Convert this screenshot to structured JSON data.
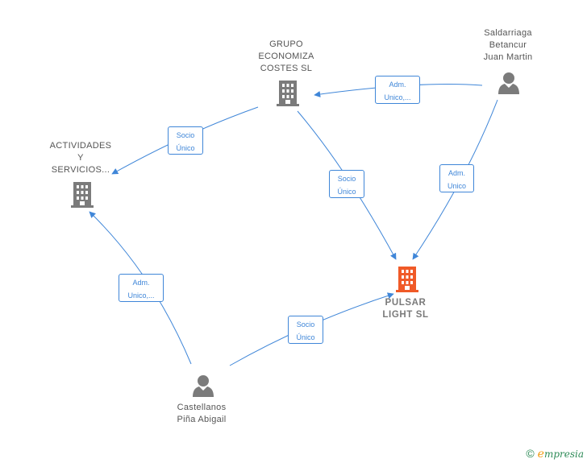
{
  "colors": {
    "edge": "#3f86d8",
    "company": "#7b7b7b",
    "person": "#7b7b7b",
    "main_company": "#f05a28"
  },
  "nodes": {
    "grupo": {
      "label": "GRUPO\nECONOMIZA\nCOSTES  SL",
      "icon": "building-icon"
    },
    "actividades": {
      "label": "ACTIVIDADES\nY\nSERVICIOS...",
      "icon": "building-icon"
    },
    "pulsar": {
      "label": "PULSAR\nLIGHT  SL",
      "icon": "building-icon"
    },
    "saldarriaga": {
      "label": "Saldarriaga\nBetancur\nJuan Martin",
      "icon": "person-icon"
    },
    "castellanos": {
      "label": "Castellanos\nPiña Abigail",
      "icon": "person-icon"
    }
  },
  "edges": {
    "saldarriaga_grupo": "Adm.\nUnico,...",
    "grupo_actividades": "Socio\nÚnico",
    "grupo_pulsar": "Socio\nÚnico",
    "saldarriaga_pulsar": "Adm.\nUnico",
    "castellanos_actividades": "Adm.\nUnico,...",
    "castellanos_pulsar": "Socio\nÚnico"
  },
  "footer": {
    "copyright": "©",
    "brand_e": "e",
    "brand_rest": "mpresia"
  }
}
